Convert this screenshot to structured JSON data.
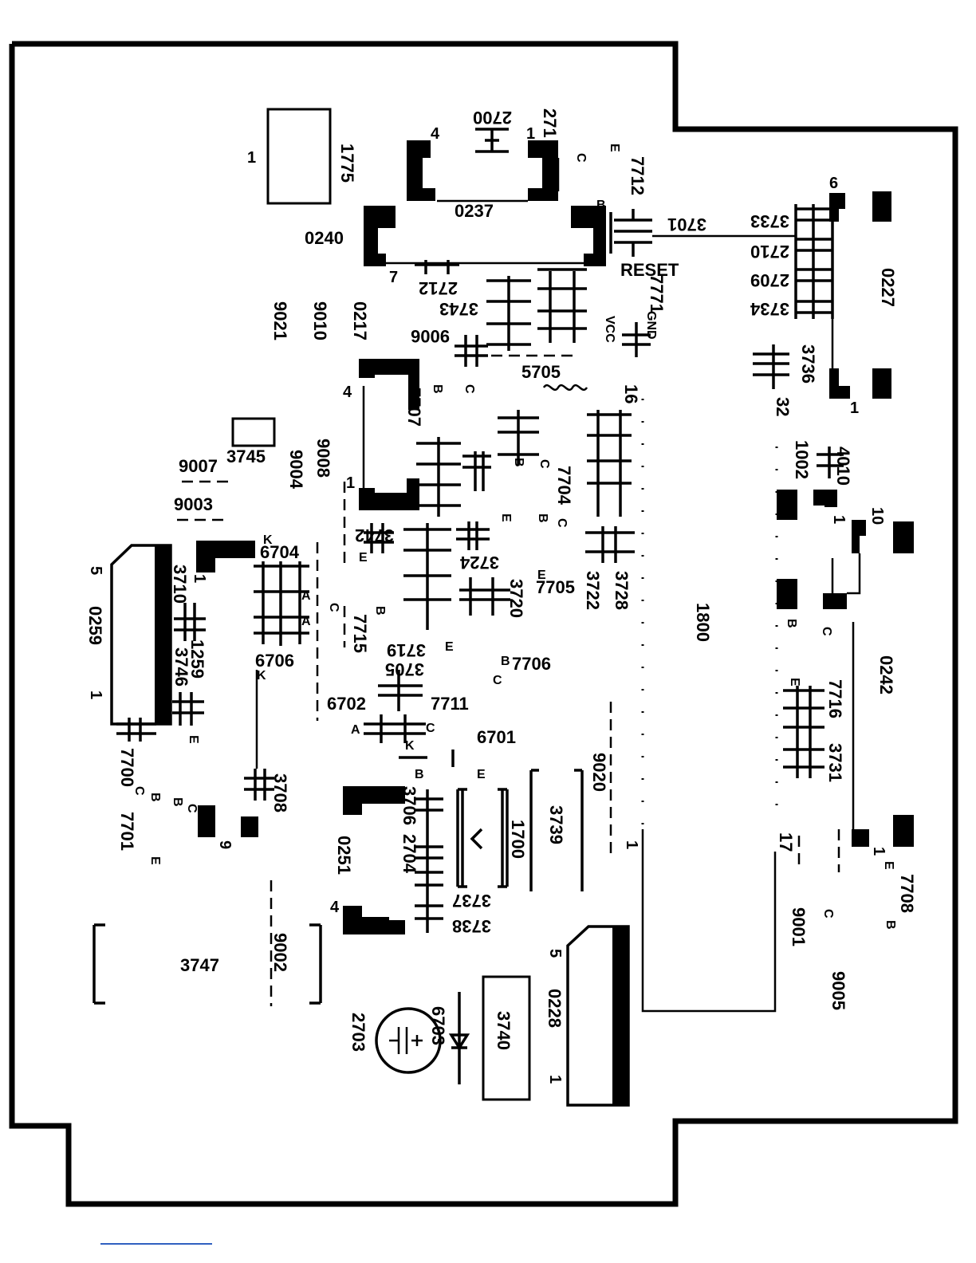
{
  "board": {
    "labels": {
      "c0237": "0237",
      "c0240": "0240",
      "c0217": "0217",
      "c0227": "0227",
      "c0242": "0242",
      "c0251": "0251",
      "c0259": "0259",
      "c0228": "0228",
      "c1775": "1775",
      "c1800": "1800",
      "c1700": "1700",
      "c1002": "1002",
      "c2700": "2700",
      "c271": "271",
      "c2712": "2712",
      "c2710": "2710",
      "c2709": "2709",
      "c2704": "2704",
      "c2703": "2703",
      "c1259": "1259",
      "c3701": "3701",
      "c3733": "3733",
      "c3734": "3734",
      "c3736": "3736",
      "c3743": "3743",
      "c3745": "3745",
      "c3742": "3742",
      "c3724": "3724",
      "c3720": "3720",
      "c3722": "3722",
      "c3728": "3728",
      "c3719": "3719",
      "c3705": "3705",
      "c3706": "3706",
      "c3708": "3708",
      "c3710": "3710",
      "c3746": "3746",
      "c3747": "3747",
      "c3737": "3737",
      "c3738": "3738",
      "c3739": "3739",
      "c3740": "3740",
      "c3731": "3731",
      "c4010": "4010",
      "c5705": "5705",
      "c6704": "6704",
      "c6706": "6706",
      "c6702": "6702",
      "c6701": "6701",
      "c6703": "6703",
      "c7712": "7712",
      "c7771": "7771",
      "c7707": "7707",
      "c7704": "7704",
      "c7705": "7705",
      "c7715": "7715",
      "c7706": "7706",
      "c7711": "7711",
      "c7700": "7700",
      "c7701": "7701",
      "c7716": "7716",
      "c7708": "7708",
      "c9021": "9021",
      "c9010": "9010",
      "c9006": "9006",
      "c9007": "9007",
      "c9004": "9004",
      "c9008": "9008",
      "c9003": "9003",
      "c9020": "9020",
      "c9002": "9002",
      "c9001": "9001",
      "c9005": "9005",
      "reset": "RESET",
      "vcc": "VCC",
      "gnd": "GND",
      "pin1": "1",
      "pin4": "4",
      "pin5": "5",
      "pin6": "6",
      "pin7": "7",
      "pin9": "9",
      "pin10": "10",
      "pin16": "16",
      "pin17": "17",
      "pin32": "32",
      "pinB": "B",
      "pinC": "C",
      "pinE": "E",
      "pinK": "K",
      "pinA": "A"
    }
  }
}
